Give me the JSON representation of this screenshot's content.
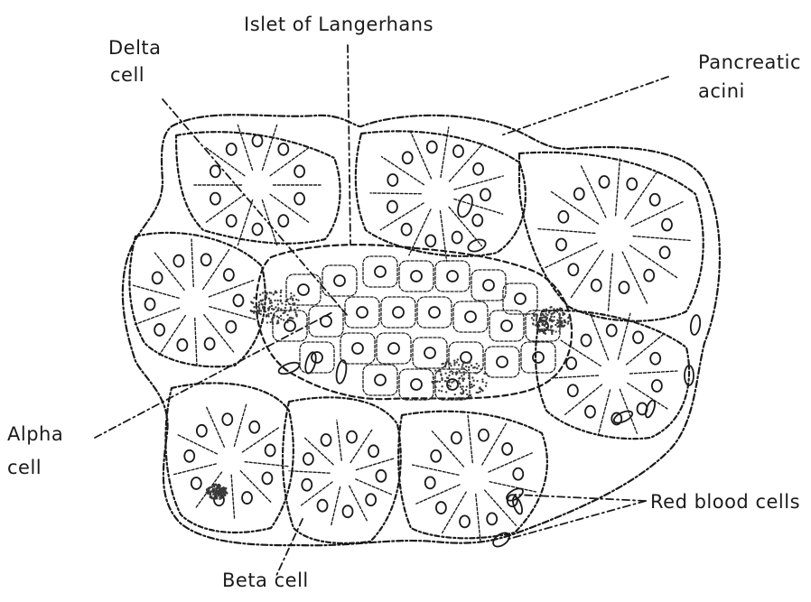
{
  "diagram": {
    "labels": {
      "islet": "Islet of Langerhans",
      "delta_1": "Delta",
      "delta_2": "cell",
      "pancreatic_1": "Pancreatic",
      "pancreatic_2": "acini",
      "alpha_1": "Alpha",
      "alpha_2": "cell",
      "beta": "Beta cell",
      "rbc": "Red blood cells"
    },
    "colors": {
      "ink": "#1a1a1a",
      "background": "#ffffff",
      "stipple": "#3a3a3a"
    }
  }
}
